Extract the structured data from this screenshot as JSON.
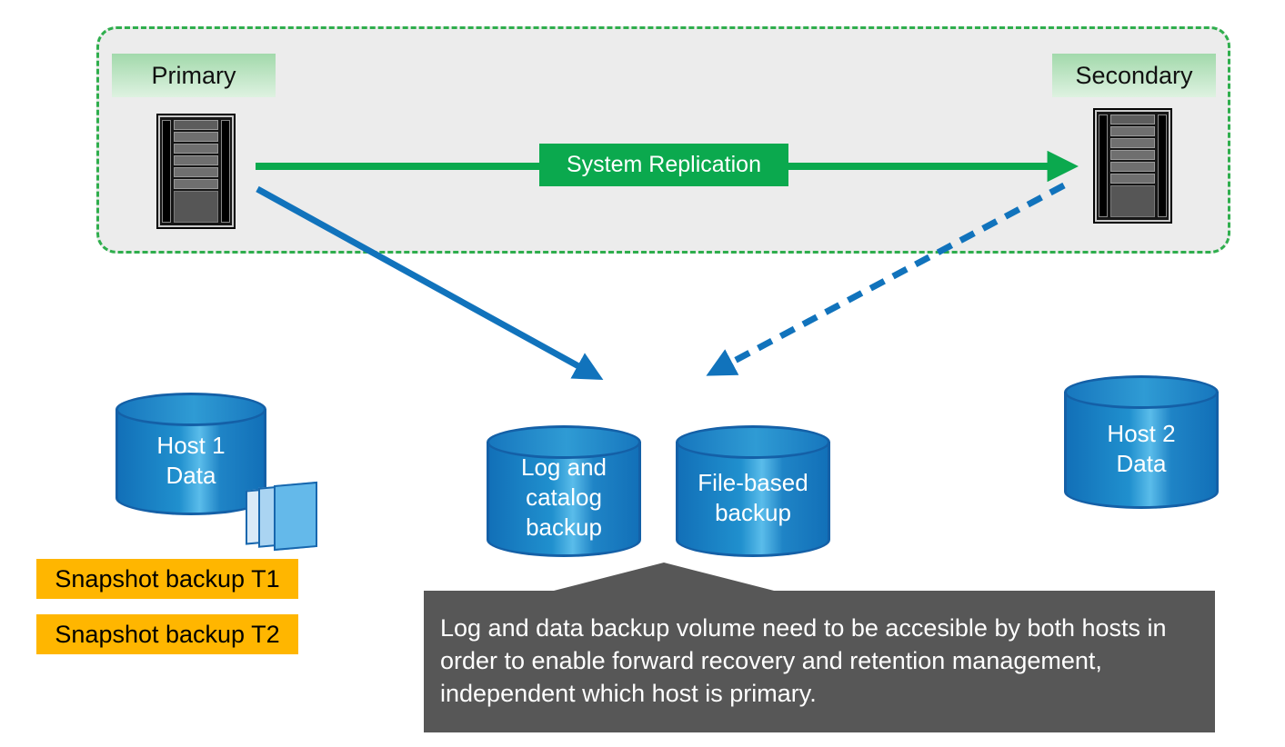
{
  "colors": {
    "panel_background": "#ECECEC",
    "panel_border_green": "#2FAE4D",
    "replication_green": "#0BA94E",
    "arrow_blue": "#1173BC",
    "cylinder_blue": "#1371B9",
    "cylinder_border": "#1460A7",
    "snapshot_orange": "#FFB600",
    "callout_gray": "#575757"
  },
  "panel": {
    "primary_label": "Primary",
    "secondary_label": "Secondary"
  },
  "replication_arrow_label": "System Replication",
  "cylinders": {
    "host1": {
      "line1": "Host 1",
      "line2": "Data"
    },
    "log_catalog": {
      "line1": "Log and",
      "line2": "catalog",
      "line3": "backup"
    },
    "file_based": {
      "line1": "File-based",
      "line2": "backup"
    },
    "host2": {
      "line1": "Host 2",
      "line2": "Data"
    }
  },
  "snapshot_labels": {
    "t1": "Snapshot backup T1",
    "t2": "Snapshot backup T2"
  },
  "callout_text": "Log and data backup volume need to be accesible by both hosts in order to enable forward recovery and retention management, independent which host is primary."
}
